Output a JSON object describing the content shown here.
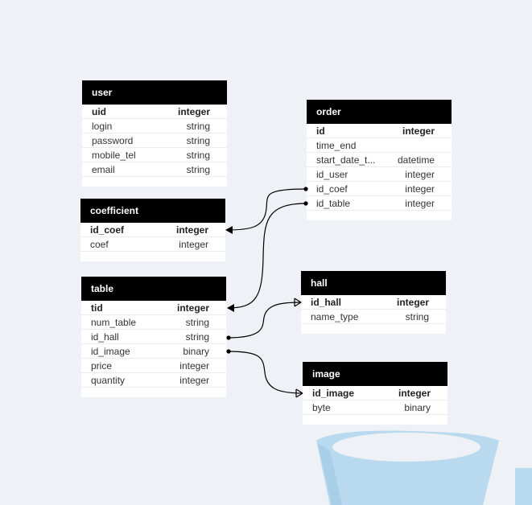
{
  "colors": {
    "background": "#eef2f6",
    "header": "#000000",
    "header_text": "#ffffff",
    "link": "#000000",
    "watermark": "#b9d9ee"
  },
  "entities": {
    "user": {
      "name": "user",
      "columns": [
        {
          "name": "uid",
          "type": "integer",
          "pk": true
        },
        {
          "name": "login",
          "type": "string"
        },
        {
          "name": "password",
          "type": "string"
        },
        {
          "name": "mobile_tel",
          "type": "string"
        },
        {
          "name": "email",
          "type": "string"
        }
      ]
    },
    "coefficient": {
      "name": "coefficient",
      "columns": [
        {
          "name": "id_coef",
          "type": "integer",
          "pk": true
        },
        {
          "name": "coef",
          "type": "integer"
        }
      ]
    },
    "table": {
      "name": "table",
      "columns": [
        {
          "name": "tid",
          "type": "integer",
          "pk": true
        },
        {
          "name": "num_table",
          "type": "string"
        },
        {
          "name": "id_hall",
          "type": "string"
        },
        {
          "name": "id_image",
          "type": "binary"
        },
        {
          "name": "price",
          "type": "integer"
        },
        {
          "name": "quantity",
          "type": "integer"
        }
      ]
    },
    "order": {
      "name": "order",
      "columns": [
        {
          "name": "id",
          "type": "integer",
          "pk": true
        },
        {
          "name": "time_end",
          "type": ""
        },
        {
          "name": "start_date_t...",
          "type": "datetime"
        },
        {
          "name": "id_user",
          "type": "integer"
        },
        {
          "name": "id_coef",
          "type": "integer"
        },
        {
          "name": "id_table",
          "type": "integer"
        }
      ]
    },
    "hall": {
      "name": "hall",
      "columns": [
        {
          "name": "id_hall",
          "type": "integer",
          "pk": true
        },
        {
          "name": "name_type",
          "type": "string"
        }
      ]
    },
    "image": {
      "name": "image",
      "columns": [
        {
          "name": "id_image",
          "type": "integer",
          "pk": true
        },
        {
          "name": "byte",
          "type": "binary"
        }
      ]
    }
  }
}
